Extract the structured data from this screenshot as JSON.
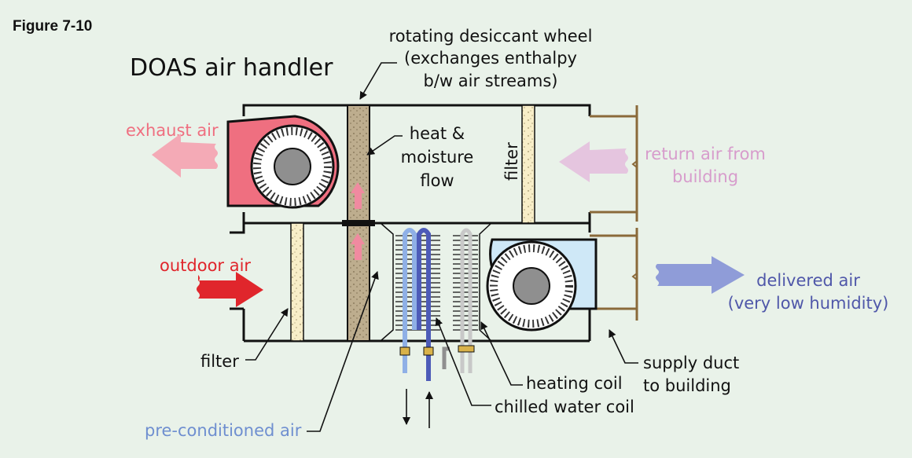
{
  "figure_label": "Figure 7-10",
  "title": "DOAS air handler",
  "labels": {
    "wheel": [
      "rotating desiccant wheel",
      "(exchanges enthalpy",
      "b/w air streams)"
    ],
    "heat_moisture": [
      "heat &",
      "moisture",
      "flow"
    ],
    "filter_return": "filter",
    "exhaust_air": "exhaust air",
    "return_air": [
      "return air from",
      "building"
    ],
    "outdoor_air": "outdoor air",
    "delivered_air": [
      "delivered air",
      "(very low humidity)"
    ],
    "filter_outdoor": "filter",
    "supply_duct": [
      "supply duct",
      "to building"
    ],
    "heating_coil": "heating coil",
    "chilled_water_coil": "chilled water coil",
    "preconditioned_air": "pre-conditioned air"
  },
  "colors": {
    "background": "#e9f2e9",
    "exhaust": "#ef6f80",
    "return": "#d79ccc",
    "outdoor": "#e0262c",
    "delivered": "#4f57a9",
    "preconditioned": "#6f8fd0",
    "duct": "#8a6a3a",
    "wheel": "#bdad8e",
    "chilled_supply": "#8fb0e6",
    "chilled_return": "#4d5bb8"
  }
}
